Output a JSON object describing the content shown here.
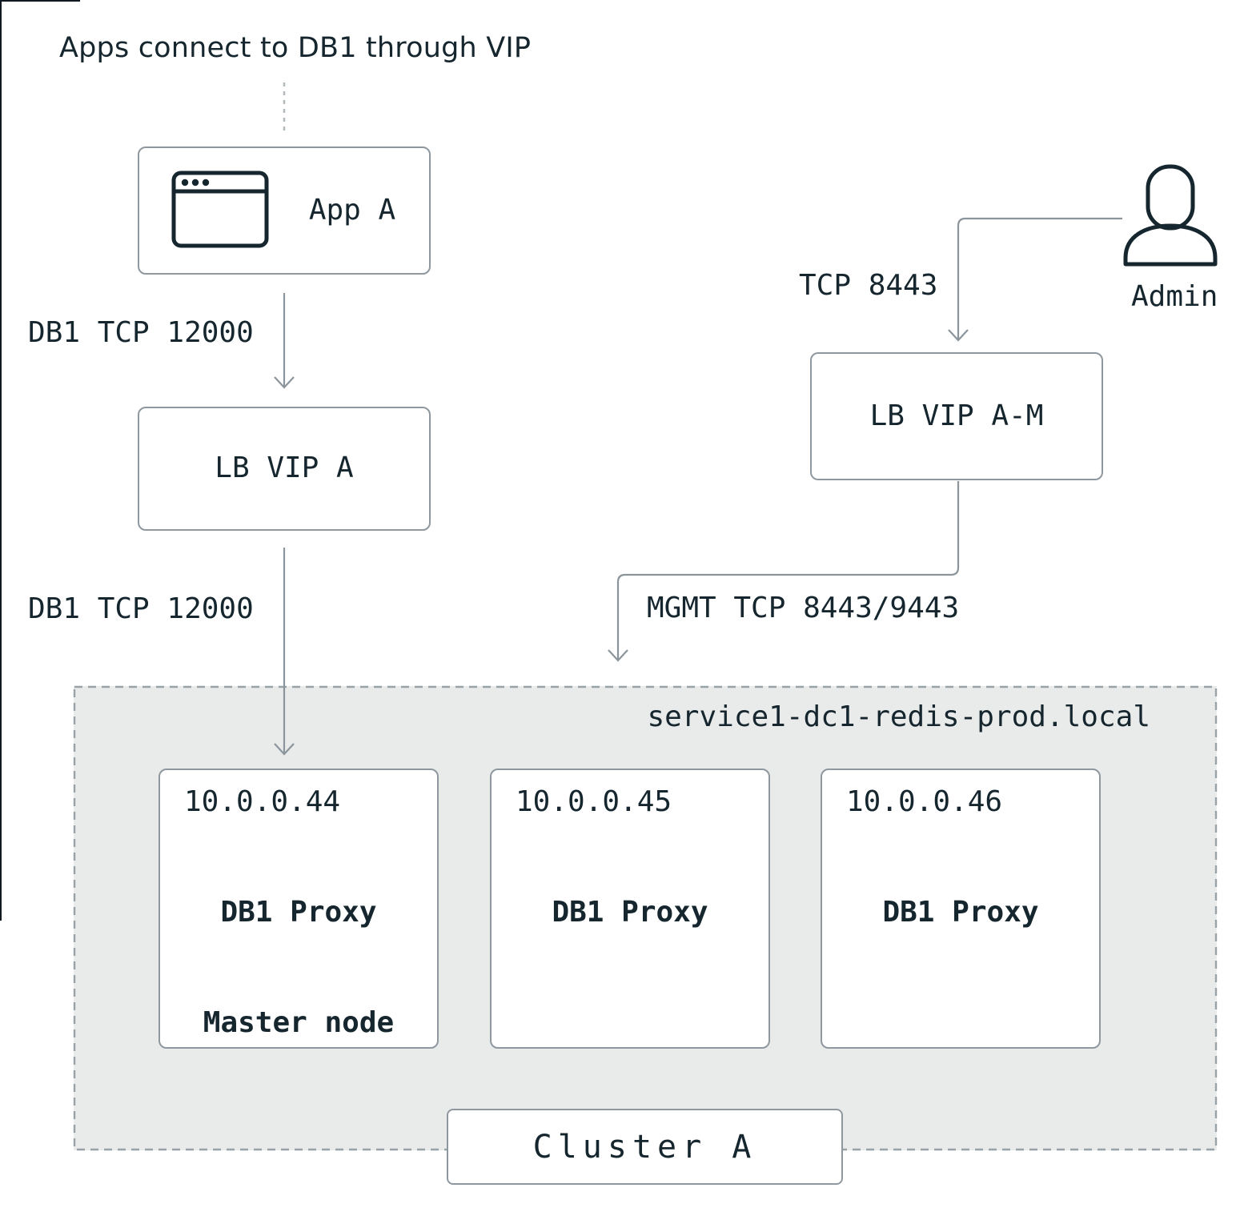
{
  "title": "Apps connect to DB1 through VIP",
  "colors": {
    "ink": "#16262e",
    "line_gray": "#8b959b",
    "border_gray": "#8e989e",
    "cluster_fill": "#e9ebeb"
  },
  "nodes": {
    "app": {
      "label": "App A",
      "icon": "browser-icon"
    },
    "lb_vip_a": {
      "label": "LB VIP A"
    },
    "lb_vip_am": {
      "label": "LB VIP A-M"
    },
    "admin": {
      "label": "Admin",
      "icon": "person-icon"
    }
  },
  "edges": {
    "app_to_lb": {
      "label": "DB1 TCP 12000"
    },
    "lb_to_cluster": {
      "label": "DB1 TCP 12000"
    },
    "admin_to_lb": {
      "label": "TCP 8443"
    },
    "mgmt": {
      "label": "MGMT TCP 8443/9443"
    }
  },
  "cluster": {
    "hostname": "service1-dc1-redis-prod.local",
    "label": "Cluster A",
    "members": [
      {
        "ip": "10.0.0.44",
        "role": "DB1 Proxy",
        "note": "Master node"
      },
      {
        "ip": "10.0.0.45",
        "role": "DB1 Proxy"
      },
      {
        "ip": "10.0.0.46",
        "role": "DB1 Proxy"
      }
    ]
  }
}
